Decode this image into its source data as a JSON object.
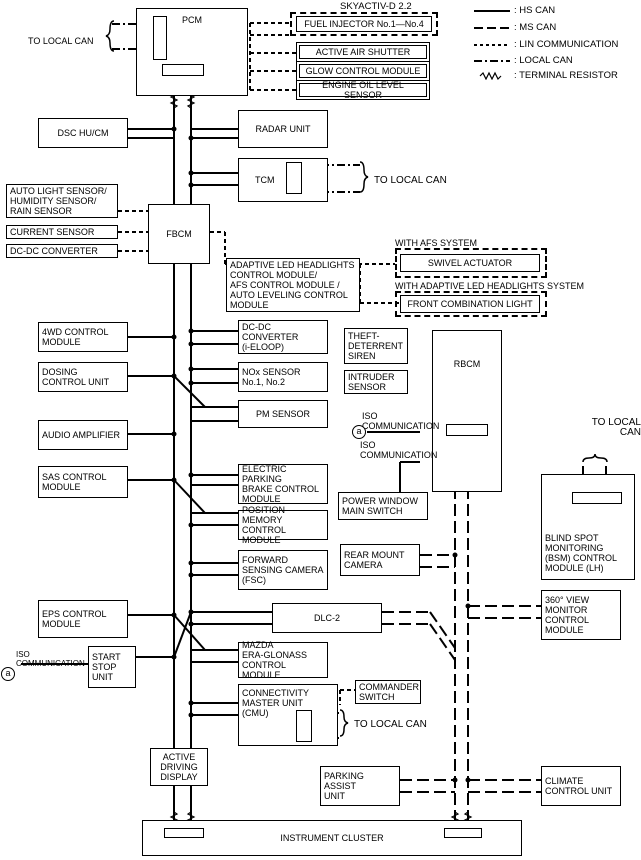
{
  "header": {
    "engine_variant": "SKYACTIV-D 2.2"
  },
  "legend": {
    "items": [
      {
        "line": "hs-can",
        "label": ": HS CAN"
      },
      {
        "line": "ms-can",
        "label": ": MS CAN"
      },
      {
        "line": "lin",
        "label": ": LIN COMMUNICATION"
      },
      {
        "line": "local-can",
        "label": ": LOCAL CAN"
      },
      {
        "line": "resistor",
        "label": ": TERMINAL RESISTOR"
      }
    ]
  },
  "modules": {
    "pcm": "PCM",
    "fuel_injector": "FUEL INJECTOR No.1—No.4",
    "active_air_shutter": "ACTIVE AIR SHUTTER",
    "glow_control": "GLOW CONTROL MODULE",
    "oil_level": "ENGINE OIL LEVEL SENSOR",
    "dsc": "DSC HU/CM",
    "radar": "RADAR UNIT",
    "tcm": "TCM",
    "auto_light": "AUTO LIGHT SENSOR/\nHUMIDITY SENSOR/\nRAIN SENSOR",
    "current_sensor": "CURRENT SENSOR",
    "dcdc_converter": "DC-DC CONVERTER",
    "fbcm": "FBCM",
    "headlights": "ADAPTIVE LED HEADLIGHTS\nCONTROL MODULE/\nAFS CONTROL MODULE /\nAUTO LEVELING CONTROL\nMODULE",
    "swivel": "SWIVEL ACTUATOR",
    "front_combination": "FRONT COMBINATION LIGHT",
    "awd": "4WD CONTROL\nMODULE",
    "dcdc_ieloop": "DC-DC\nCONVERTER\n(i-ELOOP)",
    "theft_siren": "THEFT-\nDETERRENT\nSIREN",
    "rbcm": "RBCM",
    "dosing": "DOSING\nCONTROL UNIT",
    "nox": "NOx SENSOR\nNo.1, No.2",
    "intruder": "INTRUDER\nSENSOR",
    "pm_sensor": "PM SENSOR",
    "audio_amp": "AUDIO AMPLIFIER",
    "sas": "SAS CONTROL\nMODULE",
    "epb": "ELECTRIC PARKING\nBRAKE CONTROL\nMODULE",
    "power_window": "POWER WINDOW\nMAIN SWITCH",
    "position_memory": "POSITION MEMORY\nCONTROL MODULE",
    "bsm": "BLIND SPOT\nMONITORING\n(BSM) CONTROL\nMODULE (LH)",
    "fsc": "FORWARD\nSENSING CAMERA\n(FSC)",
    "rear_camera": "REAR MOUNT\nCAMERA",
    "eps": "EPS CONTROL\nMODULE",
    "dlc2": "DLC-2",
    "view360": "360° VIEW\nMONITOR\nCONTROL\nMODULE",
    "start_stop": "START\nSTOP\nUNIT",
    "era_glonass": "MAZDA\nERA-GLONASS\nCONTROL MODULE",
    "cmu": "CONNECTIVITY\nMASTER UNIT\n(CMU)",
    "commander": "COMMANDER\nSWITCH",
    "active_display": "ACTIVE\nDRIVING\nDISPLAY",
    "parking_assist": "PARKING ASSIST\nUNIT",
    "climate": "CLIMATE\nCONTROL UNIT",
    "instrument_cluster": "INSTRUMENT CLUSTER"
  },
  "labels": {
    "to_local_can_pcm": "TO LOCAL CAN",
    "to_local_can_tcm": "TO LOCAL CAN",
    "to_local_can_bsm": "TO LOCAL CAN",
    "to_local_can_cmu": "TO LOCAL CAN",
    "with_afs": "WITH AFS SYSTEM",
    "with_adaptive": "WITH ADAPTIVE LED HEADLIGHTS SYSTEM",
    "iso_comm_1": "ISO\nCOMMUNICATION",
    "iso_comm_2": "ISO\nCOMMUNICATION",
    "iso_comm_3": "ISO\nCOMMUNICATION",
    "connector_a_1": "a",
    "connector_a_2": "a"
  }
}
